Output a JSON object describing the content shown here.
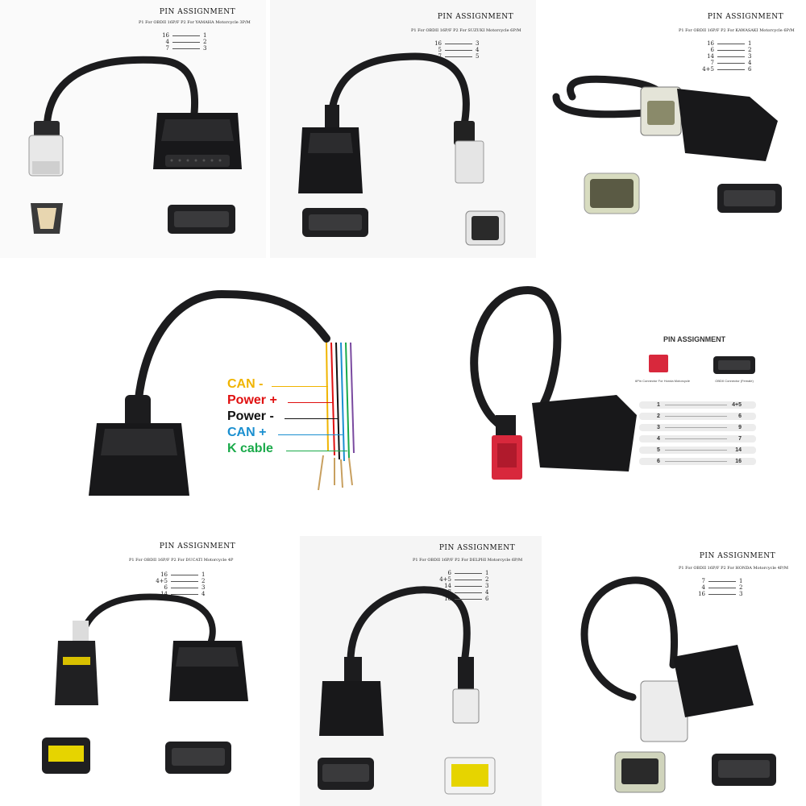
{
  "panels": {
    "yamaha": {
      "title": "PIN ASSIGNMENT",
      "subtitle": "P1 For OBDII 16P/F   P2 For YAMAHA Motorcycle 3P/M",
      "rows": [
        {
          "p1": "16",
          "p2": "1"
        },
        {
          "p1": "4",
          "p2": "2"
        },
        {
          "p1": "7",
          "p2": "3"
        }
      ]
    },
    "suzuki": {
      "title": "PIN ASSIGNMENT",
      "subtitle": "P1 For OBDII 16P/F   P2 For SUZUKI Motorcycle 6P/M",
      "rows": [
        {
          "p1": "16",
          "p2": "3"
        },
        {
          "p1": "5",
          "p2": "4"
        },
        {
          "p1": "7",
          "p2": "5"
        }
      ]
    },
    "kawasaki": {
      "title": "PIN ASSIGNMENT",
      "subtitle": "P1 For OBDII 16P/F   P2 For KAWASAKI Motorcycle 6P/M",
      "rows": [
        {
          "p1": "16",
          "p2": "1"
        },
        {
          "p1": "6",
          "p2": "2"
        },
        {
          "p1": "14",
          "p2": "3"
        },
        {
          "p1": "7",
          "p2": "4"
        },
        {
          "p1": "4+5",
          "p2": "6"
        }
      ]
    },
    "open_wire": {
      "labels": [
        {
          "text": "CAN -",
          "color": "#f0b400"
        },
        {
          "text": "Power +",
          "color": "#e01010"
        },
        {
          "text": "Power -",
          "color": "#111111"
        },
        {
          "text": "CAN +",
          "color": "#1a8fd0"
        },
        {
          "text": "K cable",
          "color": "#1aaa4a"
        }
      ]
    },
    "honda_6p": {
      "title": "PIN ASSIGNMENT",
      "left_caption": "6Pin Connector For Honda Motorcycle",
      "right_caption": "OBDII Connector (Female)",
      "rows": [
        {
          "p1": "1",
          "p2": "4+5"
        },
        {
          "p1": "2",
          "p2": "6"
        },
        {
          "p1": "3",
          "p2": "9"
        },
        {
          "p1": "4",
          "p2": "7"
        },
        {
          "p1": "5",
          "p2": "14"
        },
        {
          "p1": "6",
          "p2": "16"
        }
      ]
    },
    "ducati": {
      "title": "PIN ASSIGNMENT",
      "subtitle": "P1 For OBDII 16P/F   P2 For DUCATI Motorcycle 4P",
      "rows": [
        {
          "p1": "16",
          "p2": "1"
        },
        {
          "p1": "4+5",
          "p2": "2"
        },
        {
          "p1": "6",
          "p2": "3"
        },
        {
          "p1": "14",
          "p2": "4"
        }
      ]
    },
    "delphi": {
      "title": "PIN ASSIGNMENT",
      "subtitle": "P1 For OBDII 16P/F   P2 For DELPHI Motorcycle 6P/M",
      "rows": [
        {
          "p1": "6",
          "p2": "1"
        },
        {
          "p1": "4+5",
          "p2": "2"
        },
        {
          "p1": "14",
          "p2": "3"
        },
        {
          "p1": "7",
          "p2": "4"
        },
        {
          "p1": "16",
          "p2": "6"
        }
      ]
    },
    "honda_4p": {
      "title": "PIN ASSIGNMENT",
      "subtitle": "P1 For OBDII 16P/F   P2 For HONDA Motorcycle 4P/M",
      "rows": [
        {
          "p1": "7",
          "p2": "1"
        },
        {
          "p1": "4",
          "p2": "2"
        },
        {
          "p1": "16",
          "p2": "3"
        }
      ]
    }
  },
  "colors": {
    "cable": "#1c1c1e",
    "connector_black": "#18181a",
    "connector_white": "#e6e6e6",
    "connector_yellow": "#e6d400",
    "connector_red": "#d8283c",
    "connector_beige": "#d8dcc0"
  }
}
